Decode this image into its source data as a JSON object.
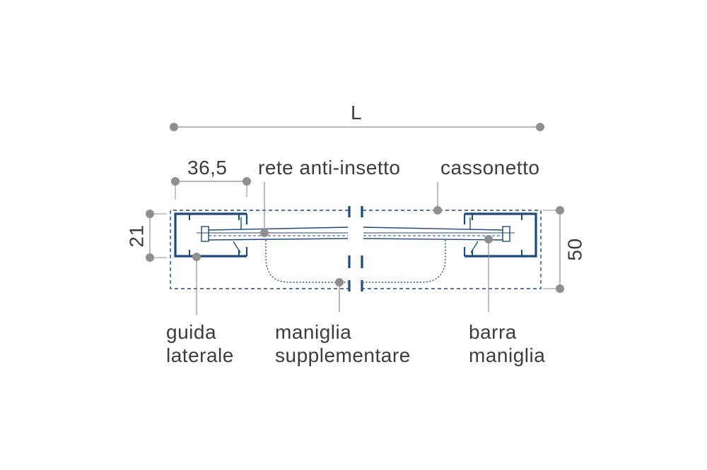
{
  "colors": {
    "profile": "#1c4a80",
    "dimension": "#8f8f8f",
    "text": "#3c3c3c",
    "background": "#ffffff"
  },
  "dimensions": {
    "width": "L",
    "guide_width": "36,5",
    "guide_height": "21",
    "total_height": "50"
  },
  "labels": {
    "screen": "rete anti-insetto",
    "box": "cassonetto",
    "guide": [
      "guida",
      "laterale"
    ],
    "extra_handle": [
      "maniglia",
      "supplementare"
    ],
    "handle_bar": [
      "barra",
      "maniglia"
    ]
  }
}
